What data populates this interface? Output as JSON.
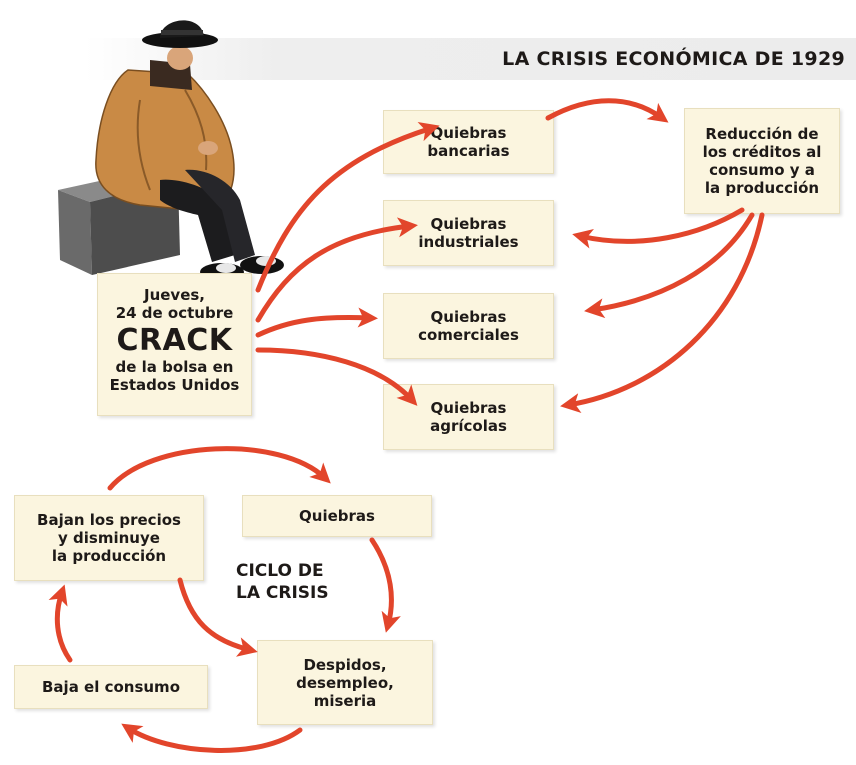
{
  "title": "LA CRISIS ECONÓMICA DE 1929",
  "origin": {
    "date": "Jueves,\n24 de octubre",
    "headline": "CRACK",
    "sub": "de la bolsa en\nEstados Unidos"
  },
  "failures": [
    {
      "label": "Quiebras\nbancarias"
    },
    {
      "label": "Quiebras\nindustriales"
    },
    {
      "label": "Quiebras\ncomerciales"
    },
    {
      "label": "Quiebras\nagrícolas"
    }
  ],
  "credit_effect": "Reducción de\nlos créditos al\nconsumo y a\nla producción",
  "cycle": {
    "title": "CICLO DE\nLA CRISIS",
    "steps": [
      {
        "label": "Quiebras"
      },
      {
        "label": "Despidos,\ndesempleo,\nmiseria"
      },
      {
        "label": "Baja el consumo"
      },
      {
        "label": "Bajan los precios\ny disminuye\nla producción"
      }
    ]
  },
  "colors": {
    "arrow": "#e2452b",
    "box": "#fbf5df",
    "coat": "#c98a45",
    "block": "#555555"
  }
}
